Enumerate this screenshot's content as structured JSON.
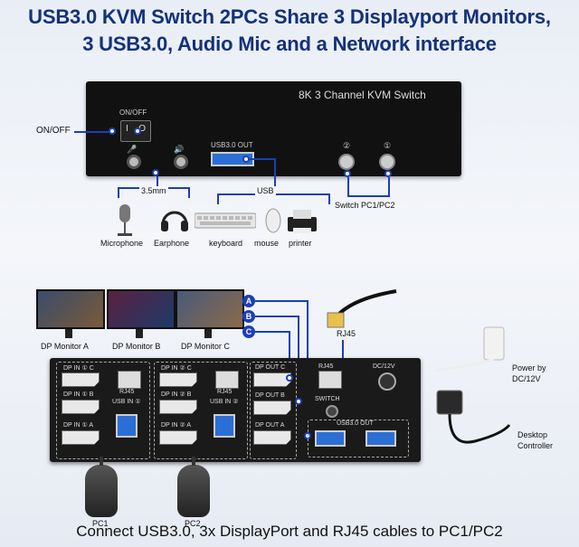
{
  "header": {
    "line1": "USB3.0 KVM Switch 2PCs Share 3 Displayport Monitors,",
    "line2": "3 USB3.0, Audio Mic and a Network interface"
  },
  "front_panel": {
    "title": "8K 3 Channel KVM Switch",
    "onoff_switch_label": "ON/OFF",
    "usb_out_label": "USB3.0 OUT",
    "btn1": "②",
    "btn2": "①",
    "mic_symbol": "🎤",
    "audio_symbol": "🔊",
    "rocker_off": "I",
    "rocker_on": "O"
  },
  "callouts": {
    "onoff": "ON/OFF",
    "mm35": "3.5mm",
    "usb": "USB",
    "switch_pc": "Switch PC1/PC2"
  },
  "peripherals": {
    "microphone": "Microphone",
    "earphone": "Earphone",
    "keyboard": "keyboard",
    "mouse": "mouse",
    "printer": "printer"
  },
  "monitors": {
    "a": "DP Monitor A",
    "b": "DP Monitor B",
    "c": "DP Monitor C"
  },
  "badges": {
    "a": "A",
    "b": "B",
    "c": "C"
  },
  "rj45_label": "RJ45",
  "rear_panel": {
    "pc1": {
      "c": "DP IN ① C",
      "b": "DP IN ① B",
      "a": "DP IN ① A",
      "rj45": "RJ45",
      "usb": "USB IN ①"
    },
    "pc2": {
      "c": "DP IN ② C",
      "b": "DP IN ② B",
      "a": "DP IN ② A",
      "rj45": "RJ45",
      "usb": "USB IN ②"
    },
    "out": {
      "c": "DP OUT C",
      "b": "DP OUT B",
      "a": "DP OUT A"
    },
    "rj45": "RJ45",
    "dc": "DC/12V",
    "switch": "SWITCH",
    "usb3_out": "USB3.0 OUT"
  },
  "right_labels": {
    "power": "Power by",
    "power2": "DC/12V",
    "desktop": "Desktop",
    "controller": "Controller"
  },
  "pcs": {
    "pc1": "PC1",
    "pc2": "PC2"
  },
  "footer": "Connect USB3.0, 3x DisplayPort and RJ45 cables to PC1/PC2"
}
